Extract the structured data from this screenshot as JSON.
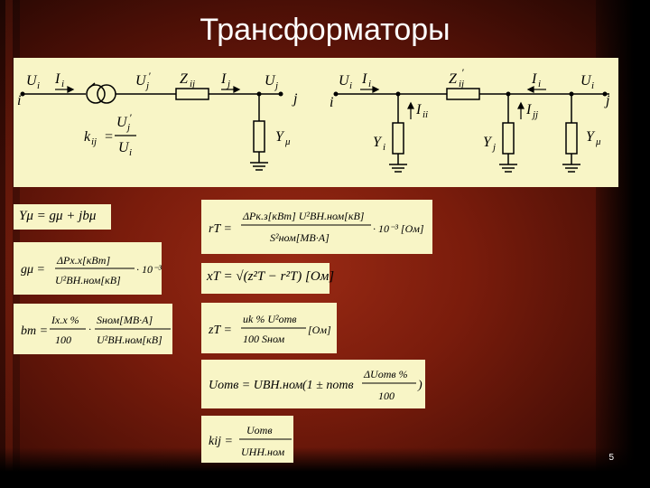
{
  "slide": {
    "title": "Трансформаторы",
    "page_number": "5"
  },
  "schema_left": {
    "node_i": "i",
    "node_j": "j",
    "U_i": "U",
    "U_i_sub": "i",
    "I_i": "I",
    "I_i_sub": "i",
    "U_j_prime": "U",
    "U_j_prime_sub": "j",
    "prime": "′",
    "Z_ij": "Z",
    "Z_ij_sub": "ij",
    "I_j": "I",
    "I_j_sub": "j",
    "U_j": "U",
    "U_j_sub": "j",
    "Y_mu": "Y",
    "Y_mu_sub": "μ",
    "k_ij": "k",
    "k_ij_sub": "ij",
    "eq": "="
  },
  "schema_right": {
    "node_i": "i",
    "node_j": "j",
    "Z_ij_prime": "Z",
    "Z_sub": "ij",
    "I_ii": "I",
    "I_ii_sub": "ii",
    "I_jj": "I",
    "I_jj_sub": "jj",
    "Y_i": "Y",
    "Y_i_sub": "i",
    "Y_j": "Y",
    "Y_j_sub": "j",
    "Y_mu": "Y",
    "Y_mu_sub": "μ"
  },
  "formulas": {
    "Y_mu": "Yμ = gμ + jbμ",
    "g_mu_lhs": "gμ =",
    "g_mu_num": "ΔPх.х[кВт]",
    "g_mu_den": "U²ВН.ном[кВ]",
    "g_mu_tail": "· 10⁻³",
    "b_m_lhs": "bm =",
    "b_m_f1_num": "Iх.х %",
    "b_m_f1_den": "100",
    "b_m_dot": "·",
    "b_m_f2_num": "Sном[МВ·А]",
    "b_m_f2_den": "U²ВН.ном[кВ]",
    "r_T_lhs": "rT =",
    "r_T_num": "ΔPк.з[кВт] U²ВН.ном[кВ]",
    "r_T_den": "S²ном[МВ·А]",
    "r_T_tail": "· 10⁻³ [Ом]",
    "x_T": "xT = √(z²T − r²T)  [Ом]",
    "z_T_lhs": "zT =",
    "z_T_num": "uk % U²отв",
    "z_T_den": "100   Sном",
    "z_T_unit": "[Ом]",
    "U_otv_lhs": "Uотв = UВН.ном",
    "U_otv_paren_a": "(1 ± nотв",
    "U_otv_num": "ΔUотв %",
    "U_otv_den": "100",
    "U_otv_paren_b": ")",
    "k_ij_lhs": "kij =",
    "k_ij_num": "Uотв",
    "k_ij_den": "UНН.ном"
  }
}
